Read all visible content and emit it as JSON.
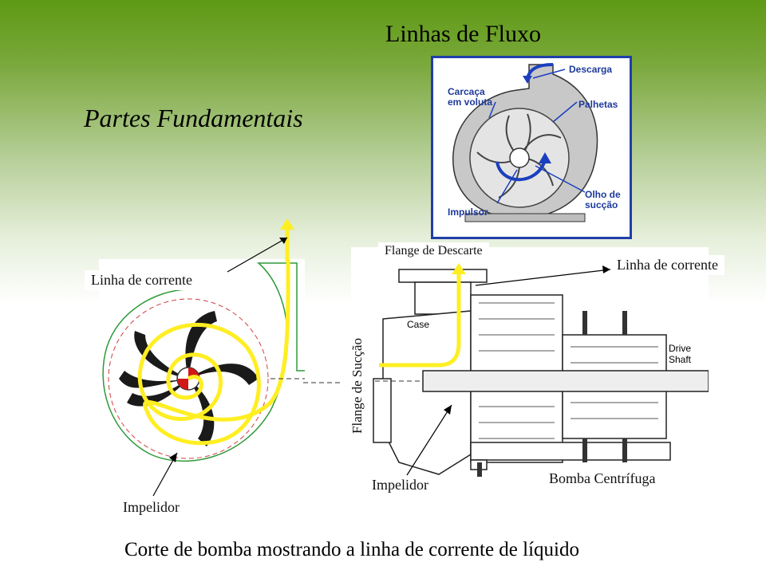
{
  "title": "Linhas de Fluxo",
  "subtitle": "Partes Fundamentais",
  "inset": {
    "labels": {
      "descarga": "Descarga",
      "carcaca": "Carcaça",
      "voluta": "em voluta",
      "palhetas": "Palhetas",
      "olho": "Olho de",
      "succao": "sucção",
      "impulsor": "Impulsor"
    },
    "colors": {
      "border": "#1f3fa8",
      "text": "#1e3a9a"
    }
  },
  "left_diagram": {
    "labels": {
      "linha_corrente": "Linha de corrente",
      "impelidor": "Impelidor"
    }
  },
  "right_diagram": {
    "labels": {
      "flange_descarte": "Flange de Descarte",
      "linha_corrente": "Linha de corrente",
      "flange_succao": "Flange de Sucção",
      "impelidor": "Impelidor",
      "bomba": "Bomba Centrífuga",
      "case": "Case",
      "drive": "Drive",
      "shaft": "Shaft"
    }
  },
  "caption": "Corte de bomba mostrando a linha de corrente de líquido",
  "colors": {
    "streamline": "#ffee22",
    "green_accent": "#5e9a14"
  }
}
